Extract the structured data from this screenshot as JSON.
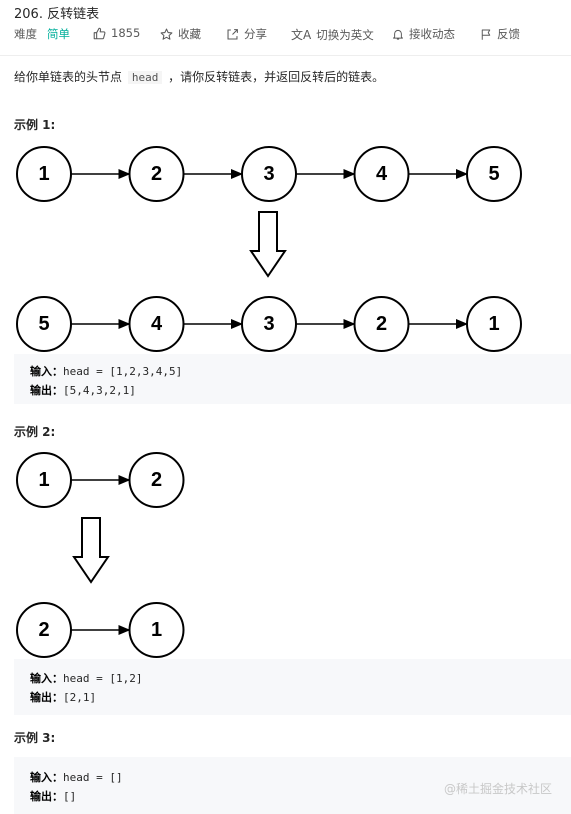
{
  "problem": {
    "title": "206. 反转链表"
  },
  "meta": {
    "difficulty_label": "难度",
    "difficulty_value": "简单",
    "likes": "1855",
    "favorite_label": "收藏",
    "share_label": "分享",
    "switch_lang_label": "切换为英文",
    "notify_label": "接收动态",
    "feedback_label": "反馈",
    "icons": {
      "like": "thumbs-up-icon",
      "favorite": "star-icon",
      "share": "share-icon",
      "translate": "translate-icon",
      "notify": "bell-icon",
      "feedback": "flag-icon"
    },
    "colors": {
      "difficulty": "#00af9b"
    }
  },
  "description": {
    "before": "给你单链表的头节点",
    "code": "head",
    "after": "，请你反转链表，并返回反转后的链表。"
  },
  "examples": [
    {
      "label": "示例 1:",
      "original_list": [
        "1",
        "2",
        "3",
        "4",
        "5"
      ],
      "reversed_list": [
        "5",
        "4",
        "3",
        "2",
        "1"
      ],
      "input_label": "输入：",
      "input_value": "head = [1,2,3,4,5]",
      "output_label": "输出：",
      "output_value": "[5,4,3,2,1]"
    },
    {
      "label": "示例 2:",
      "original_list": [
        "1",
        "2"
      ],
      "reversed_list": [
        "2",
        "1"
      ],
      "input_label": "输入：",
      "input_value": "head = [1,2]",
      "output_label": "输出：",
      "output_value": "[2,1]"
    },
    {
      "label": "示例 3:",
      "input_label": "输入：",
      "input_value": "head = []",
      "output_label": "输出：",
      "output_value": "[]"
    }
  ],
  "watermark": "@稀土掘金技术社区"
}
